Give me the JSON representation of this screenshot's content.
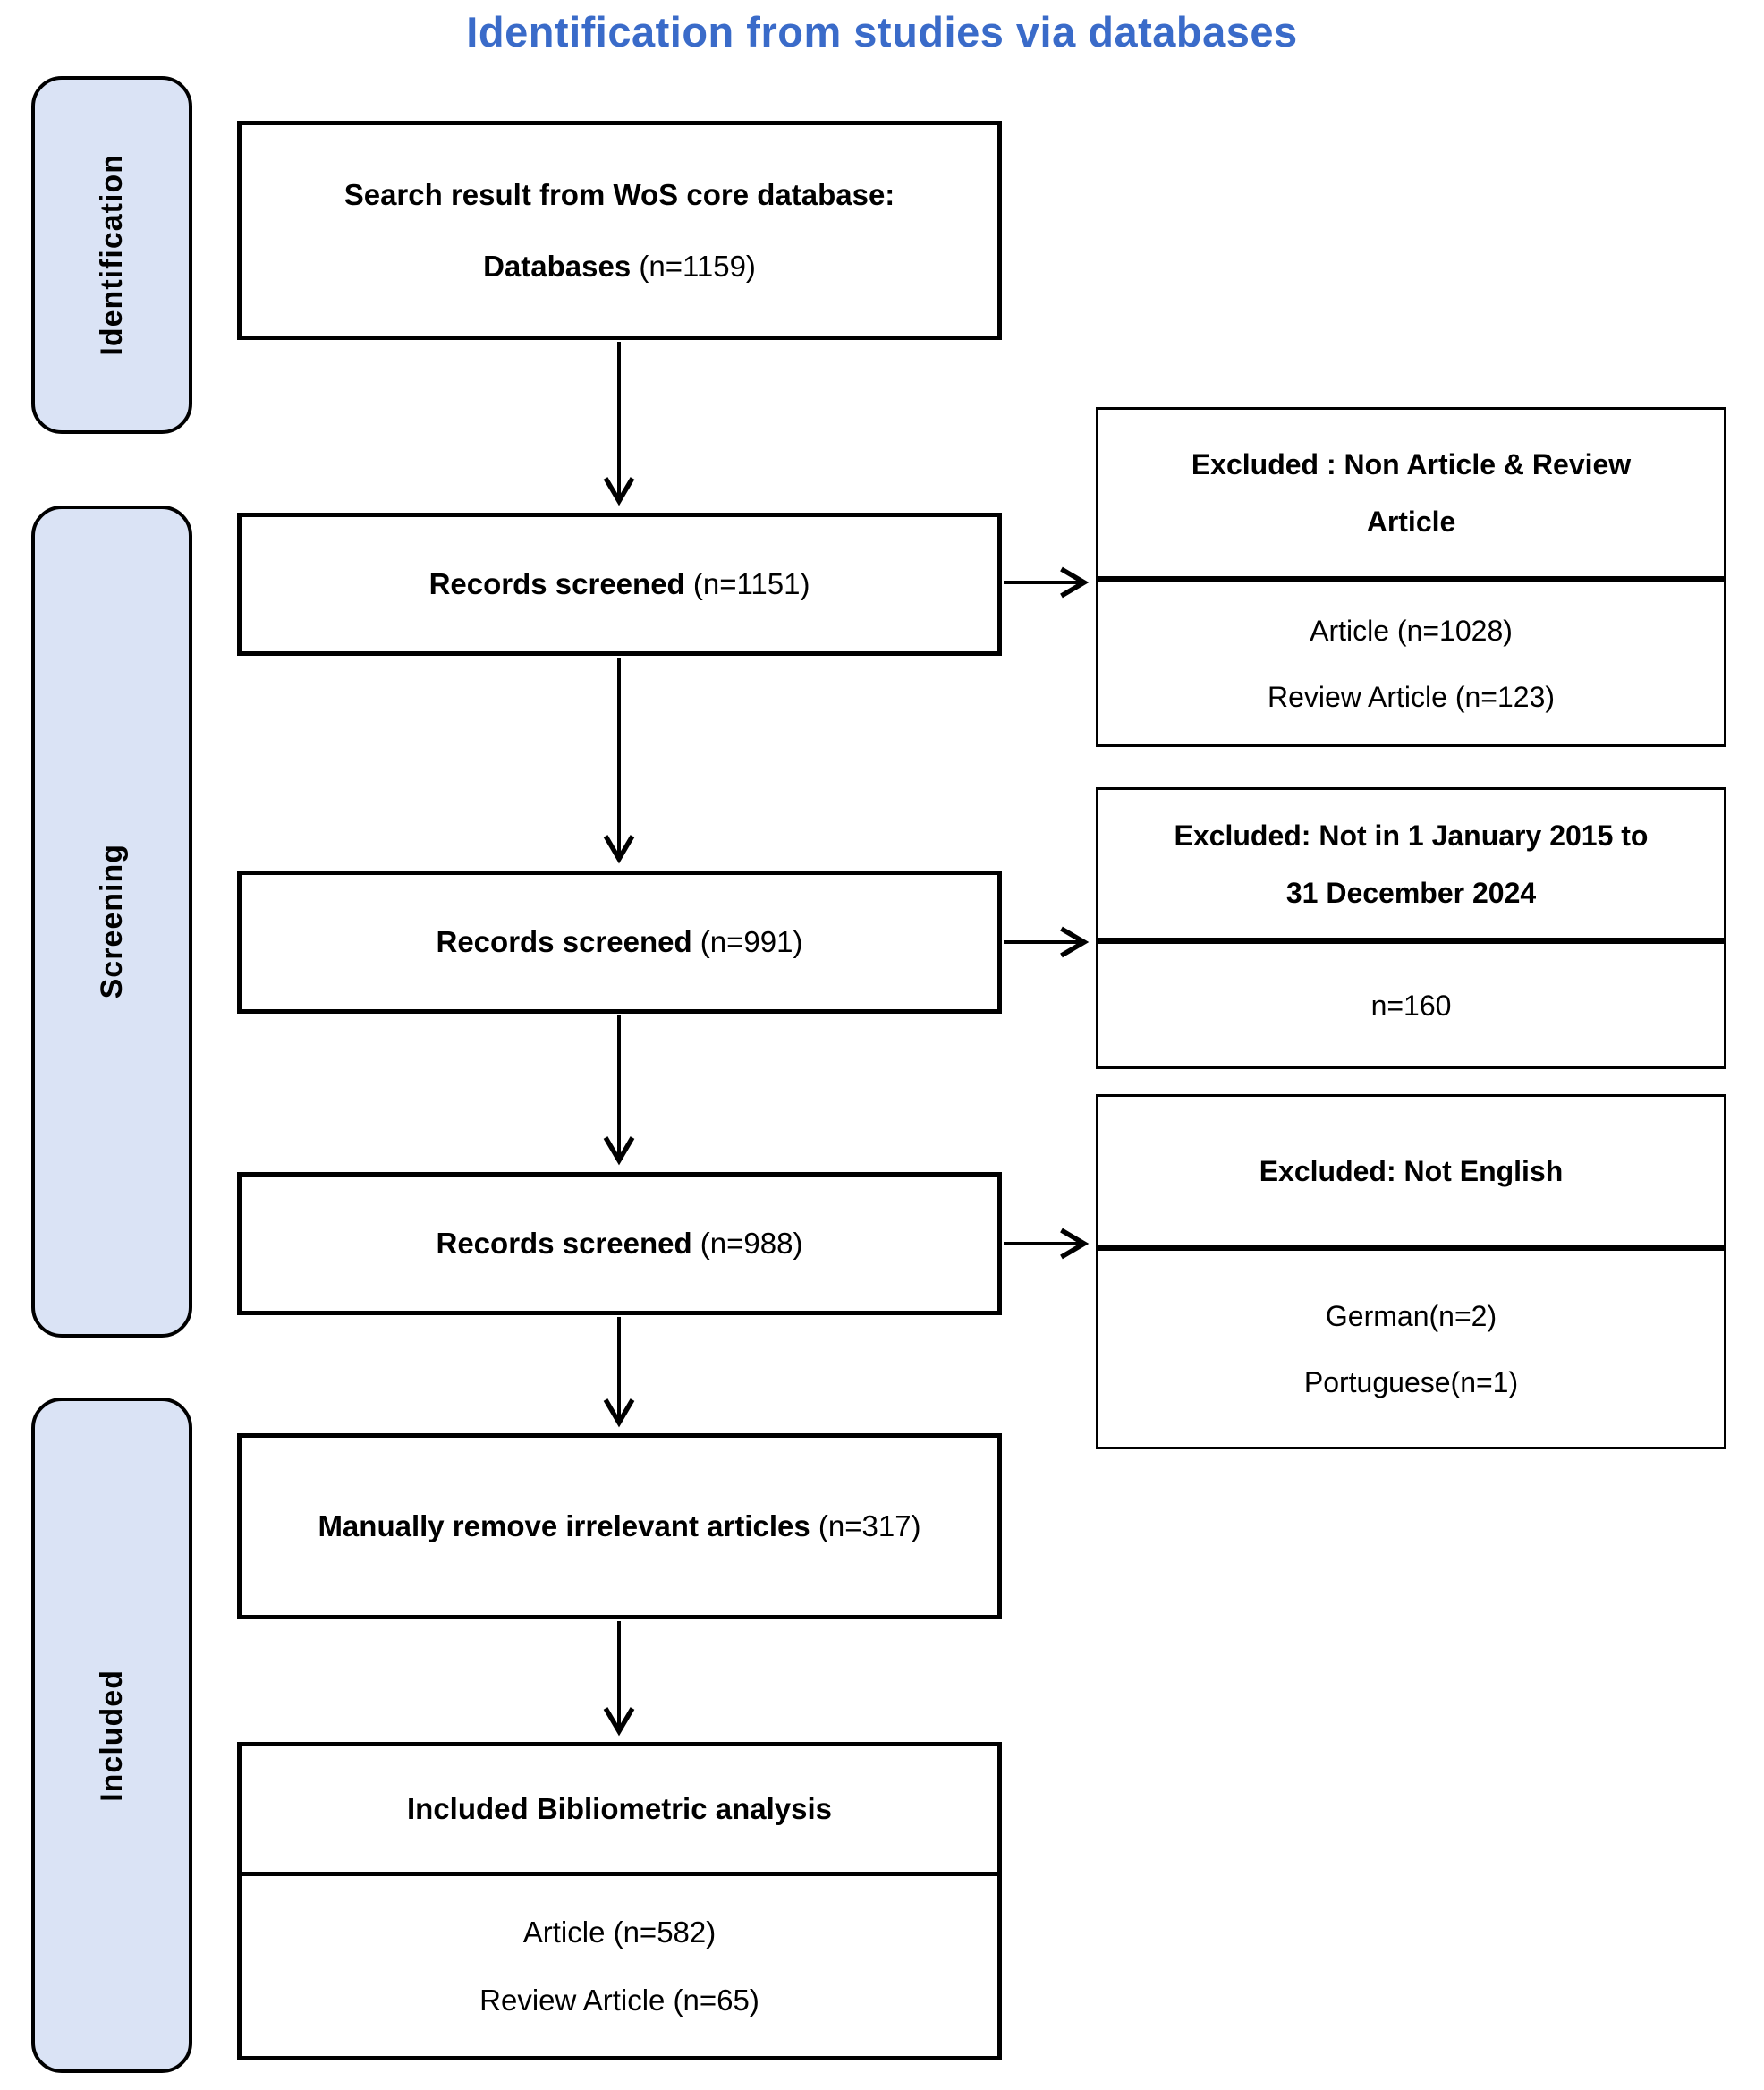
{
  "title": "Identification from studies via databases",
  "colors": {
    "title_blue": "#3a6bc9",
    "stage_fill": "#dae3f5",
    "line_black": "#000000"
  },
  "stages": [
    {
      "label": "Identification"
    },
    {
      "label": "Screening"
    },
    {
      "label": "Included"
    }
  ],
  "main_boxes": {
    "search": {
      "line1": "Search result from WoS core database:",
      "line2_bold": "Databases",
      "line2_rest": " (n=1159)"
    },
    "screened1": {
      "bold": "Records screened",
      "rest": " (n=1151)"
    },
    "screened2": {
      "bold": "Records screened",
      "rest": " (n=991)"
    },
    "screened3": {
      "bold": "Records screened",
      "rest": " (n=988)"
    },
    "manual": {
      "bold": "Manually remove irrelevant articles",
      "rest": " (n=317)"
    },
    "included": {
      "header": "Included Bibliometric analysis",
      "line1": "Article (n=582)",
      "line2": "Review Article (n=65)"
    }
  },
  "excluded_boxes": [
    {
      "header1": "Excluded : Non Article & Review",
      "header2": "Article",
      "line1": "Article (n=1028)",
      "line2": "Review Article (n=123)"
    },
    {
      "header1": "Excluded: Not in 1 January 2015 to",
      "header2": "31 December 2024",
      "line1": "n=160",
      "line2": ""
    },
    {
      "header1": "Excluded: Not English",
      "header2": "",
      "line1": "German(n=2)",
      "line2": "Portuguese(n=1)"
    }
  ]
}
